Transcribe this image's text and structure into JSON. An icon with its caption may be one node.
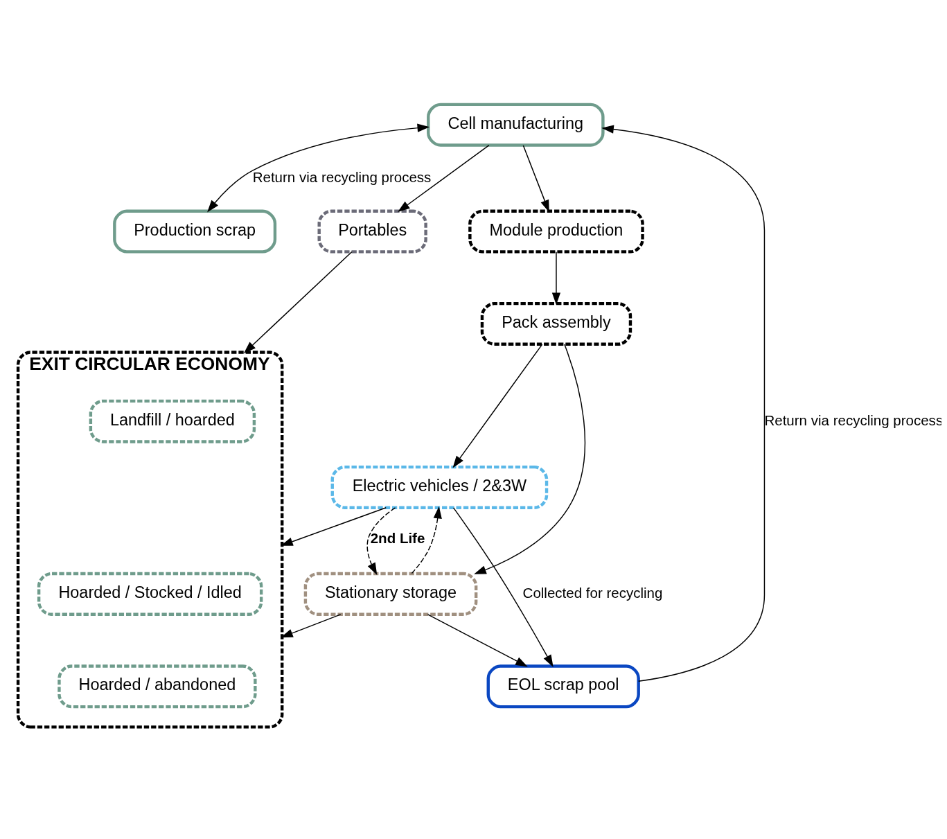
{
  "diagram": {
    "nodes": [
      {
        "text": [
          "Cell manufacturing"
        ]
      },
      {
        "text": [
          "EOL scrap pool"
        ]
      },
      {
        "text": [
          "Production scrap"
        ]
      },
      {
        "text": [
          "Portables"
        ]
      },
      {
        "text": [
          "Module production"
        ]
      },
      {
        "text": [
          "Electric vehicles / 2&3W"
        ]
      },
      {
        "text": [
          "Pack assembly"
        ]
      },
      {
        "text": [
          "Stationary storage"
        ]
      },
      {
        "text": [
          "EXIT CIRCULAR ECONOMY"
        ]
      },
      {
        "text": [
          "Landfill / hoarded"
        ],
        "in": 8
      },
      {
        "text": [
          "Hoarded / Stocked / Idled"
        ],
        "in": 8
      },
      {
        "text": [
          "Hoarded / abandoned"
        ],
        "in": 8
      }
    ],
    "edges": [
      {
        "from": 1,
        "to": 0,
        "arrow": "to",
        "label": "Return via recycling process"
      },
      {
        "from": 0,
        "to": 2,
        "arrow": "both",
        "label": "Return via recycling process"
      },
      {
        "from": 0,
        "to": 3,
        "arrow": "to"
      },
      {
        "from": 0,
        "to": 4,
        "arrow": "to"
      },
      {
        "from": 4,
        "to": 6,
        "arrow": "to"
      },
      {
        "from": 6,
        "to": 5,
        "arrow": "to"
      },
      {
        "from": 6,
        "to": 7,
        "arrow": "to"
      },
      {
        "from": 5,
        "to": 1,
        "arrow": "to",
        "label": "Collected for recycling"
      },
      {
        "from": 7,
        "to": 1,
        "arrow": "to"
      },
      {
        "from": 3,
        "to": 8,
        "arrow": "to"
      },
      {
        "from": 5,
        "to": 8,
        "arrow": "to"
      },
      {
        "from": 7,
        "to": 8,
        "arrow": "to"
      },
      {
        "from": 5,
        "to": 7,
        "arrow": "to",
        "style": "dashed",
        "label": "2nd Life"
      },
      {
        "from": 7,
        "to": 5,
        "arrow": "to",
        "style": "dashed"
      }
    ]
  }
}
